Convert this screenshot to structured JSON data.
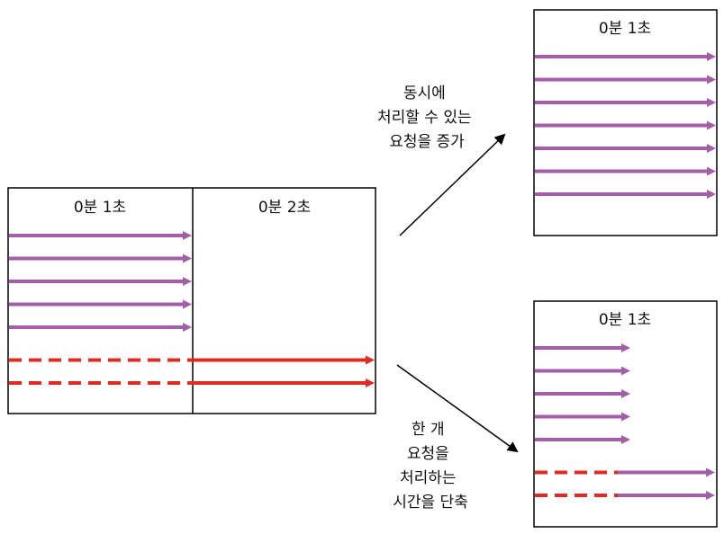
{
  "colors": {
    "normal_request": "#a35ea7",
    "slow_request": "#e02b20",
    "frame": "#000000",
    "text": "#111111"
  },
  "left_panel": {
    "col1_label": "0분 1초",
    "col2_label": "0분 2초",
    "normal_requests": 5,
    "slow_requests": 2
  },
  "top_right_panel": {
    "label": "0분 1초",
    "normal_requests": 7
  },
  "bottom_right_panel": {
    "label": "0분 1초",
    "normal_requests": 5,
    "slow_requests": 2
  },
  "notes": {
    "top": [
      "동시에",
      "처리할 수 있는",
      "요청을 증가"
    ],
    "bottom": [
      "한 개",
      "요청을",
      "처리하는",
      "시간을 단축"
    ]
  }
}
